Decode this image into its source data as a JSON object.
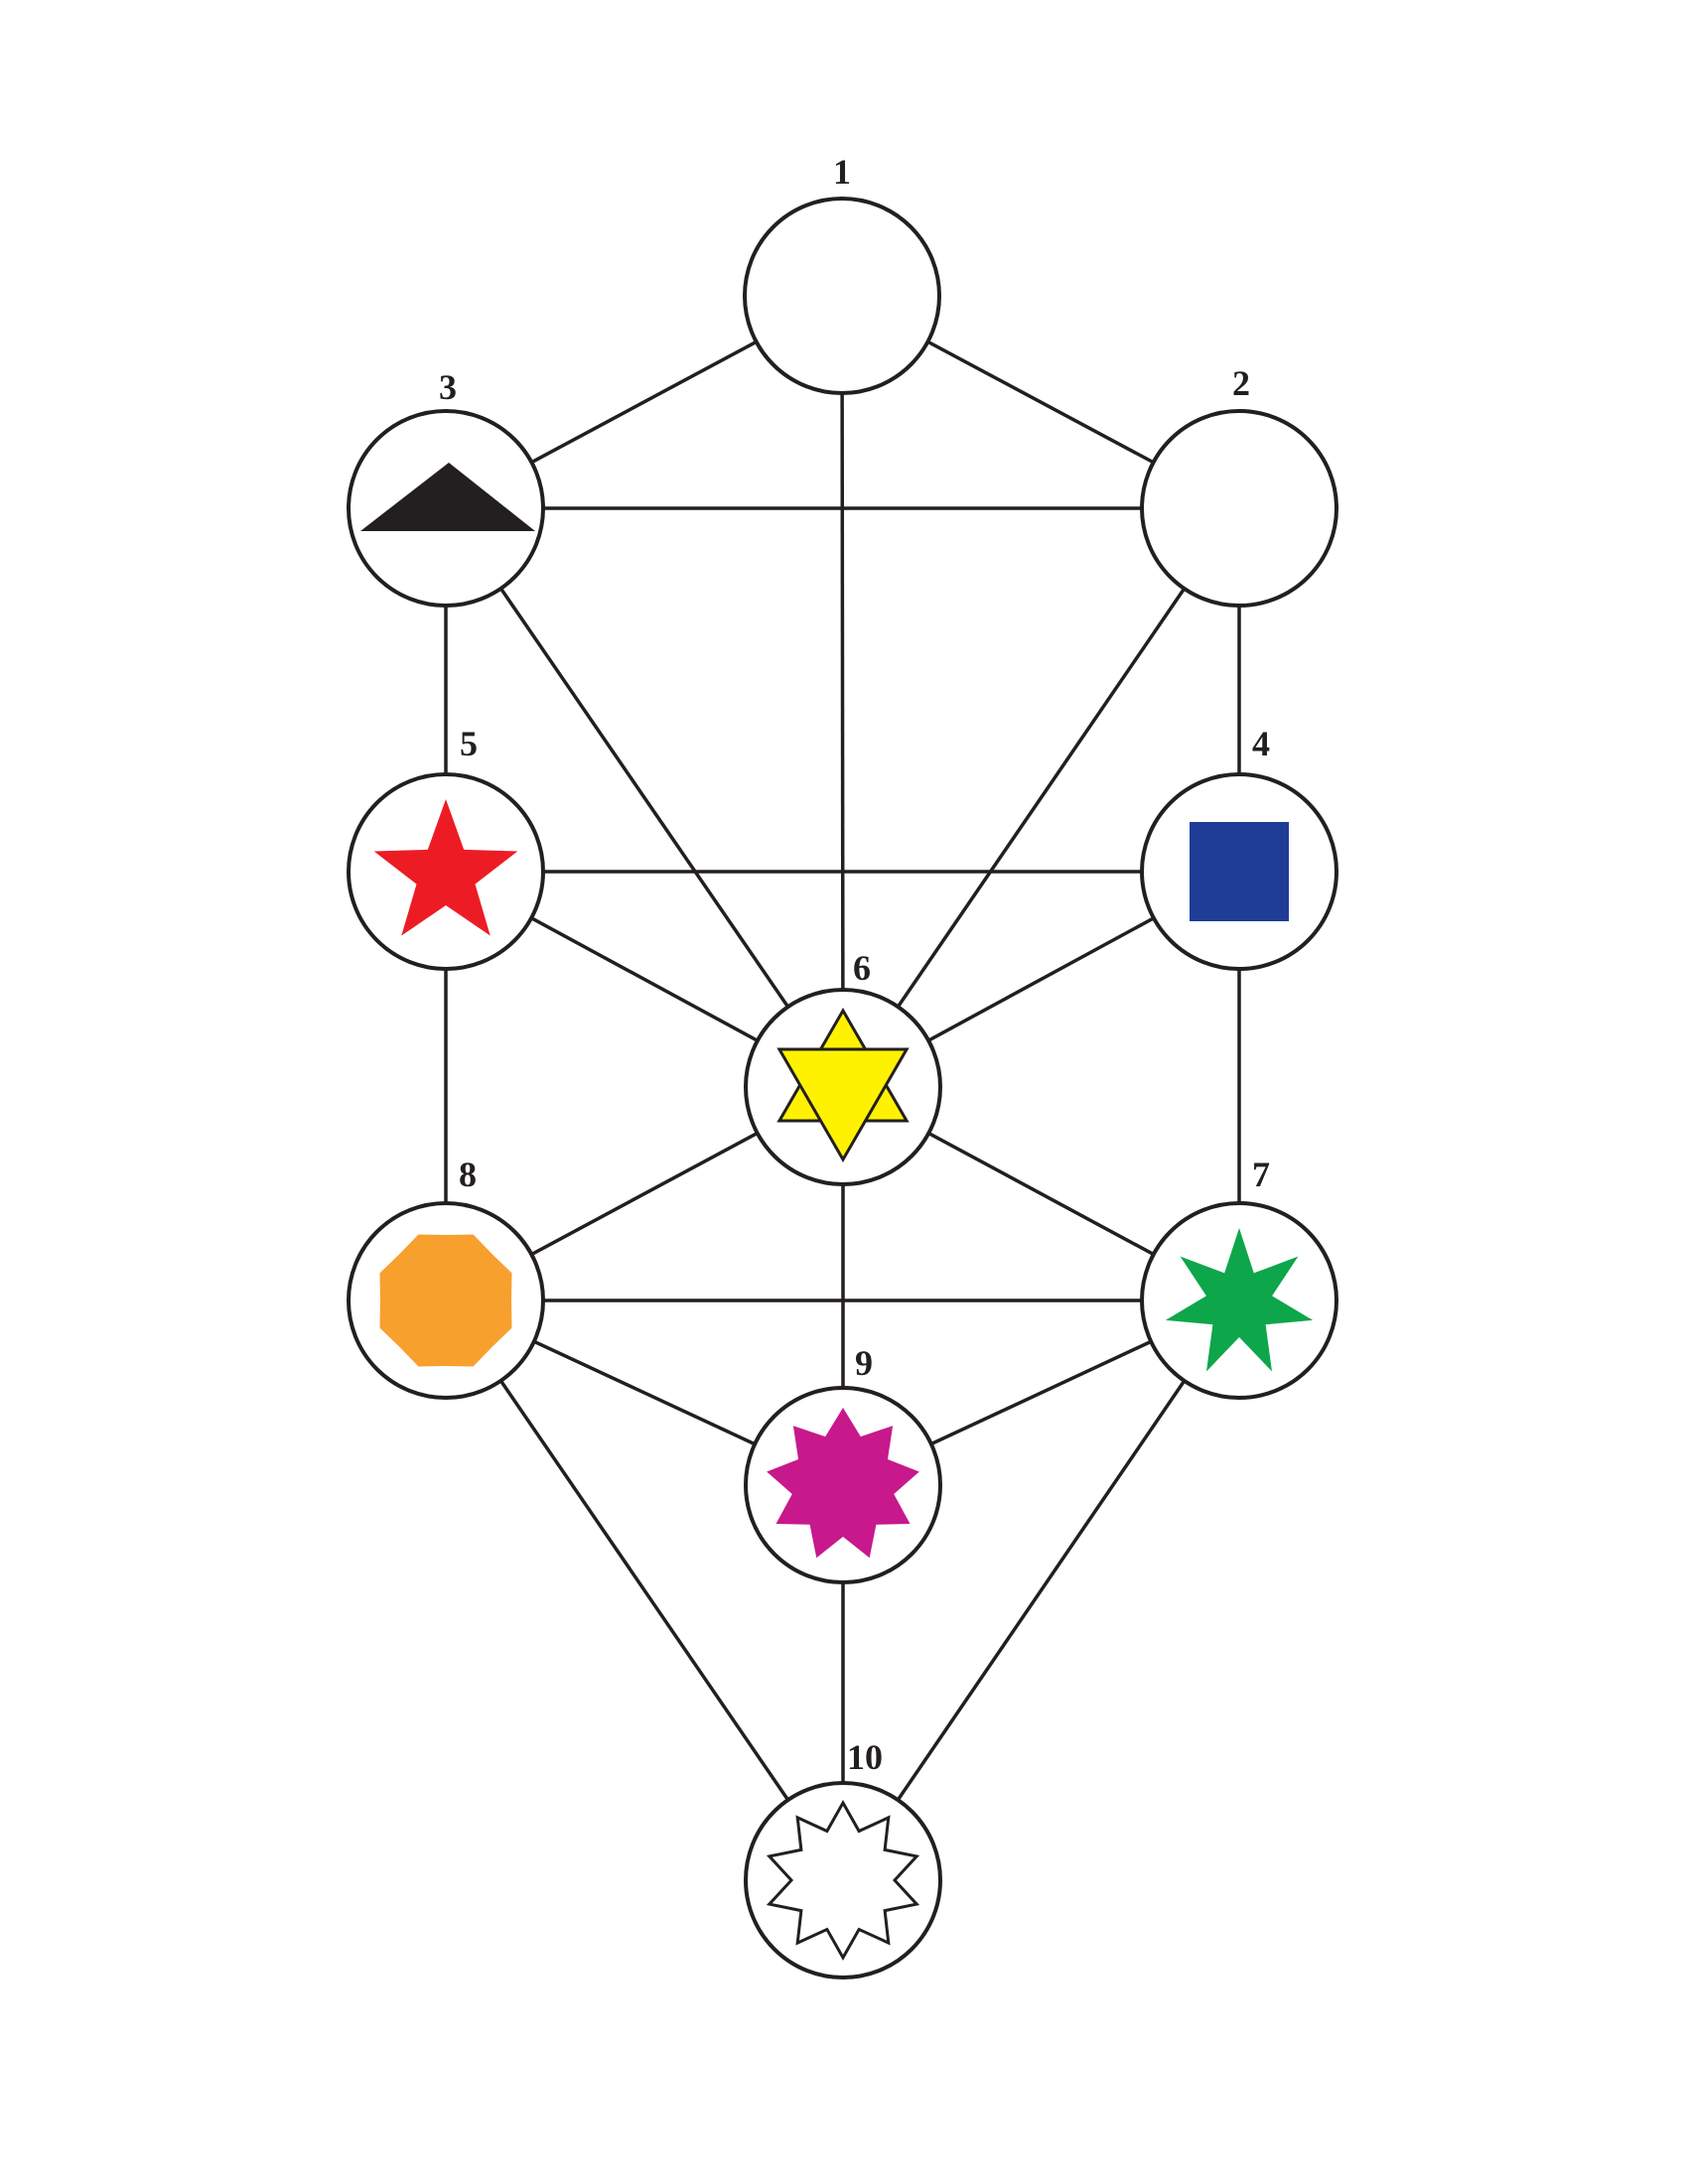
{
  "nodes": [
    {
      "id": "1",
      "label": "1",
      "symbol": "none",
      "color": ""
    },
    {
      "id": "2",
      "label": "2",
      "symbol": "none",
      "color": ""
    },
    {
      "id": "3",
      "label": "3",
      "symbol": "triangle",
      "color": "#231f20"
    },
    {
      "id": "4",
      "label": "4",
      "symbol": "square",
      "color": "#1f3c96"
    },
    {
      "id": "5",
      "label": "5",
      "symbol": "five-point-star",
      "color": "#ed1c24"
    },
    {
      "id": "6",
      "label": "6",
      "symbol": "hexagram",
      "color": "#fff200"
    },
    {
      "id": "7",
      "label": "7",
      "symbol": "seven-point-star",
      "color": "#0da64a"
    },
    {
      "id": "8",
      "label": "8",
      "symbol": "octagon",
      "color": "#f7a02e"
    },
    {
      "id": "9",
      "label": "9",
      "symbol": "nine-point-star",
      "color": "#c7198c"
    },
    {
      "id": "10",
      "label": "10",
      "symbol": "ten-point-star-outline",
      "color": "#ffffff"
    }
  ],
  "edges": [
    [
      "1",
      "2"
    ],
    [
      "1",
      "3"
    ],
    [
      "1",
      "6"
    ],
    [
      "2",
      "3"
    ],
    [
      "2",
      "4"
    ],
    [
      "2",
      "6"
    ],
    [
      "3",
      "5"
    ],
    [
      "3",
      "6"
    ],
    [
      "4",
      "5"
    ],
    [
      "4",
      "6"
    ],
    [
      "4",
      "7"
    ],
    [
      "5",
      "6"
    ],
    [
      "5",
      "8"
    ],
    [
      "6",
      "7"
    ],
    [
      "6",
      "8"
    ],
    [
      "6",
      "9"
    ],
    [
      "7",
      "8"
    ],
    [
      "7",
      "9"
    ],
    [
      "7",
      "10"
    ],
    [
      "8",
      "9"
    ],
    [
      "8",
      "10"
    ],
    [
      "9",
      "10"
    ]
  ],
  "colors": {
    "line": "#231f20",
    "background": "#ffffff"
  }
}
